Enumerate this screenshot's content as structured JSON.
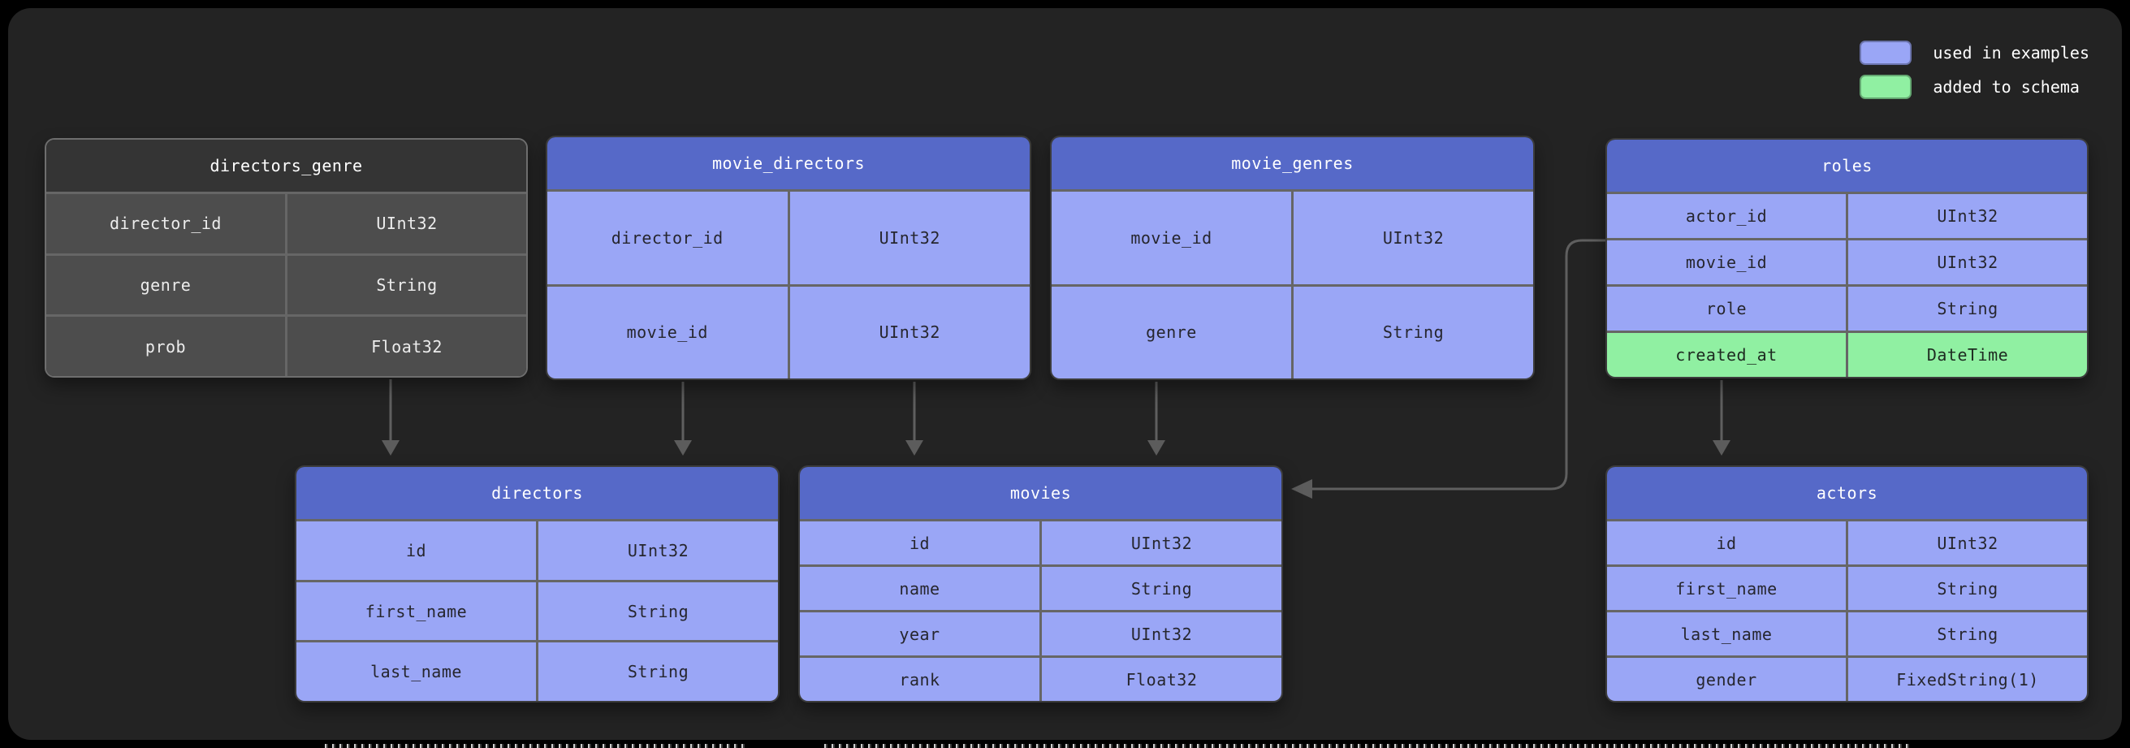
{
  "legend": {
    "items": [
      {
        "label": "used in examples",
        "color": "#9aa6f6"
      },
      {
        "label": "added to schema",
        "color": "#90f0a2"
      }
    ]
  },
  "diagram": {
    "tables": [
      {
        "id": "directors_genre",
        "title": "directors_genre",
        "variant": "dark",
        "rows": [
          {
            "name": "director_id",
            "type": "UInt32"
          },
          {
            "name": "genre",
            "type": "String"
          },
          {
            "name": "prob",
            "type": "Float32"
          }
        ]
      },
      {
        "id": "movie_directors",
        "title": "movie_directors",
        "variant": "blue",
        "rows": [
          {
            "name": "director_id",
            "type": "UInt32"
          },
          {
            "name": "movie_id",
            "type": "UInt32"
          }
        ]
      },
      {
        "id": "movie_genres",
        "title": "movie_genres",
        "variant": "blue",
        "rows": [
          {
            "name": "movie_id",
            "type": "UInt32"
          },
          {
            "name": "genre",
            "type": "String"
          }
        ]
      },
      {
        "id": "roles",
        "title": "roles",
        "variant": "blue",
        "rows": [
          {
            "name": "actor_id",
            "type": "UInt32"
          },
          {
            "name": "movie_id",
            "type": "UInt32"
          },
          {
            "name": "role",
            "type": "String"
          },
          {
            "name": "created_at",
            "type": "DateTime",
            "added": true
          }
        ]
      },
      {
        "id": "directors",
        "title": "directors",
        "variant": "blue",
        "rows": [
          {
            "name": "id",
            "type": "UInt32"
          },
          {
            "name": "first_name",
            "type": "String"
          },
          {
            "name": "last_name",
            "type": "String"
          }
        ]
      },
      {
        "id": "movies",
        "title": "movies",
        "variant": "blue",
        "rows": [
          {
            "name": "id",
            "type": "UInt32"
          },
          {
            "name": "name",
            "type": "String"
          },
          {
            "name": "year",
            "type": "UInt32"
          },
          {
            "name": "rank",
            "type": "Float32"
          }
        ]
      },
      {
        "id": "actors",
        "title": "actors",
        "variant": "blue",
        "rows": [
          {
            "name": "id",
            "type": "UInt32"
          },
          {
            "name": "first_name",
            "type": "String"
          },
          {
            "name": "last_name",
            "type": "String"
          },
          {
            "name": "gender",
            "type": "FixedString(1)"
          }
        ]
      }
    ],
    "relations": [
      {
        "from": "directors_genre",
        "to": "directors"
      },
      {
        "from": "movie_directors",
        "to": "directors"
      },
      {
        "from": "movie_directors",
        "to": "movies"
      },
      {
        "from": "movie_genres",
        "to": "movies"
      },
      {
        "from": "roles",
        "to": "movies"
      },
      {
        "from": "roles",
        "to": "actors"
      }
    ]
  },
  "colors": {
    "background": "#000000",
    "panel": "#232323",
    "blue_header": "#5669c8",
    "blue_row": "#9aa6f6",
    "green_row": "#90f0a2",
    "dark_header": "#343434",
    "dark_row": "#4d4d4d",
    "grid_line": "#666666",
    "arrow": "#5f5f5f",
    "header_text": "#ffffff",
    "cell_text_dark": "#26262e",
    "cell_text_light": "#ececec"
  }
}
